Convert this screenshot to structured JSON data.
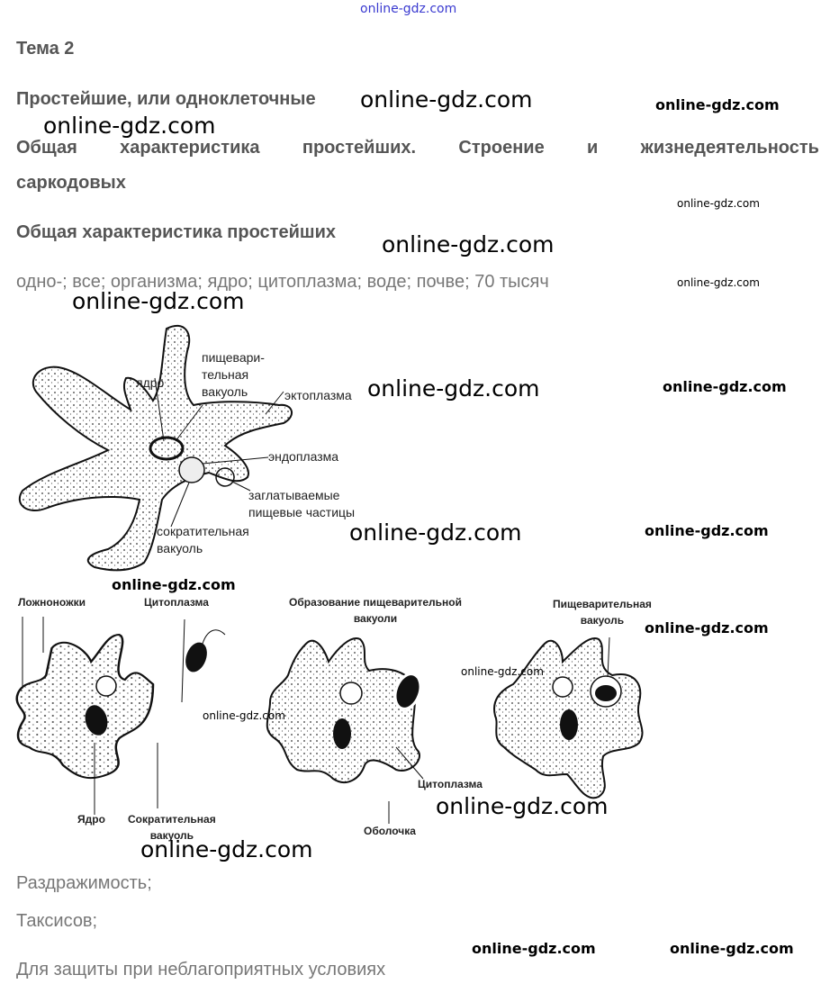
{
  "topic": "Тема 2",
  "section_title": "Простейшие, или одноклеточные",
  "subsection_title_words": [
    "Общая",
    "характеристика",
    "простейших.",
    "Строение",
    "и",
    "жизнедеятельность"
  ],
  "subsection_title_line2": "саркодовых",
  "heading": "Общая характеристика простейших",
  "answer_1": "одно-; все; организма; ядро; цитоплазма; воде; почве; 70 тысяч",
  "diagram1": {
    "labels": {
      "nucleus": "ядро",
      "digestive_vacuole": [
        "пищевари-",
        "тельная",
        "вакуоль"
      ],
      "ectoplasm": "эктоплазма",
      "endoplasm": "эндоплазма",
      "food_particles": [
        "заглатываемые",
        "пищевые частицы"
      ],
      "contractile_vacuole": [
        "сократительная",
        "вакуоль"
      ]
    }
  },
  "diagram2": {
    "labels": {
      "pseudopodia": "Ложноножки",
      "cytoplasm_1": "Цитоплазма",
      "nucleus": "Ядро",
      "contractile_vacuole": [
        "Сократительная",
        "вакуоль"
      ],
      "formation": [
        "Образование пищеварительной",
        "вакуоли"
      ],
      "cytoplasm_2": "Цитоплазма",
      "membrane": "Оболочка",
      "digestive_vacuole": [
        "Пищеварительная",
        "вакуоль"
      ]
    }
  },
  "answer_2": "Раздражимость;",
  "answer_3": "Таксисов;",
  "answer_4": "Для защиты при неблагоприятных условиях",
  "watermark": "online-gdz.com",
  "colors": {
    "heading": "#555555",
    "answer": "#777777",
    "top_watermark": "#3a3ad0"
  }
}
